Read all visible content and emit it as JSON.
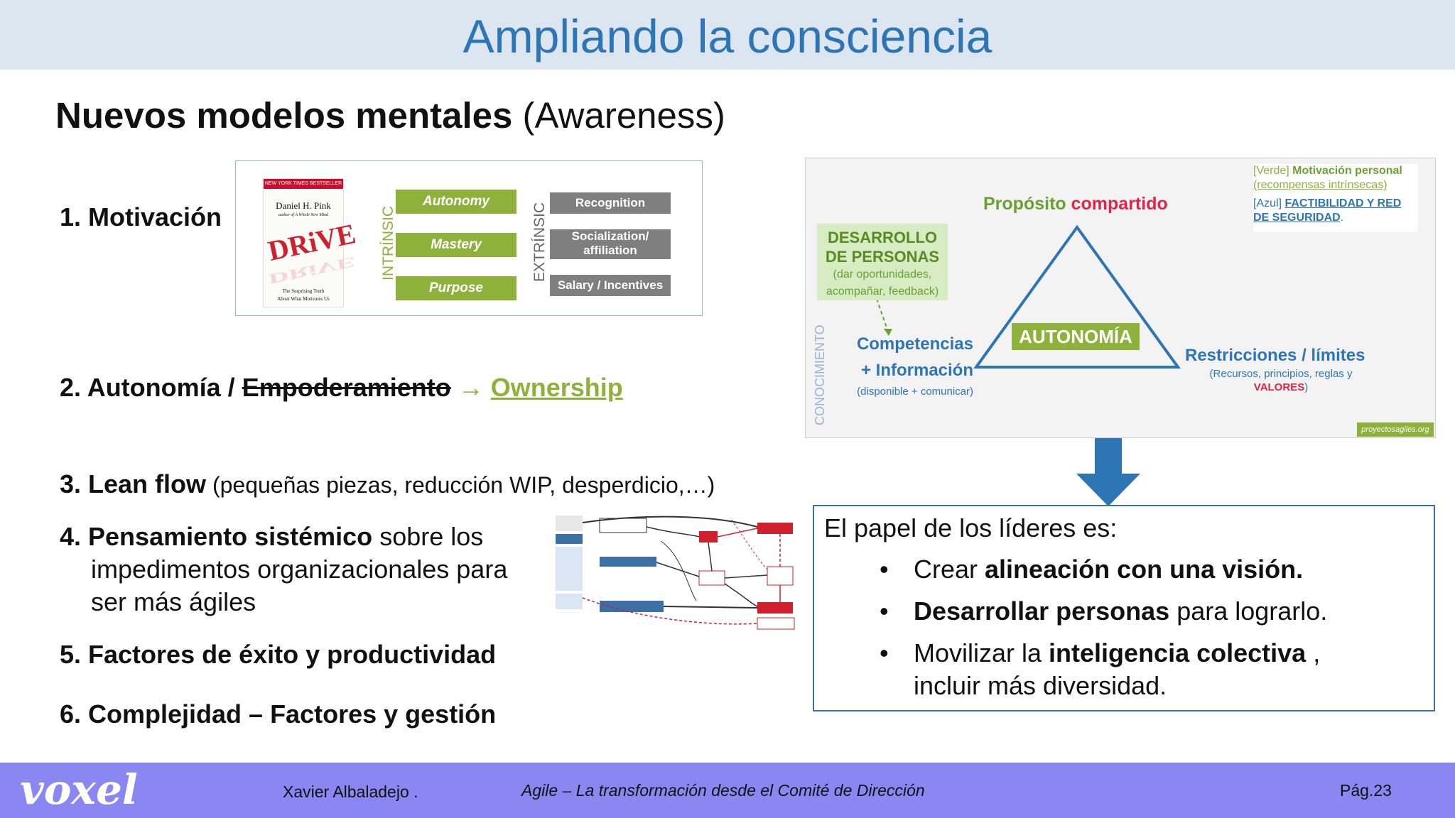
{
  "title": "Ampliando la consciencia",
  "subtitle": {
    "bold": "Nuevos modelos mentales",
    "rest": " (Awareness)"
  },
  "items": {
    "i1": "1. Motivación",
    "i2_prefix": "2. Autonomía / ",
    "i2_strike": "Empoderamiento",
    "i2_arrow": " → ",
    "i2_own": "Ownership",
    "i3_bold": "3. Lean flow",
    "i3_rest": " (pequeñas piezas, reducción WIP, desperdicio,…)",
    "i4_bold": "4. Pensamiento sistémico",
    "i4_rest": " sobre los",
    "i4_line2": "impedimentos organizacionales para",
    "i4_line3": "ser más ágiles",
    "i5": "5. Factores de éxito y productividad",
    "i6": "6. Complejidad – Factores y gestión"
  },
  "drive": {
    "banner": "NEW YORK TIMES BESTSELLER",
    "author": "Daniel H. Pink",
    "tag": "author of A Whole New Mind",
    "title": "DRiVE",
    "sub1": "The Surprising Truth",
    "sub2": "About What Motivates Us",
    "intrinsic": "INTRÍNSIC",
    "extrinsic": "EXTRÍNSIC",
    "g1": "Autonomy",
    "g2": "Mastery",
    "g3": "Purpose",
    "d1": "Recognition",
    "d2a": "Socialization/",
    "d2b": "affiliation",
    "d3": "Salary / Incentives"
  },
  "diagram": {
    "legend_green_prefix": "[Verde] ",
    "legend_green_bold": "Motivación personal",
    "legend_green_sub": "(recompensas intrínsecas)",
    "legend_blue_prefix": "[Azul] ",
    "legend_blue_bold1": "FACTIBILIDAD Y RED",
    "legend_blue_bold2": "DE SEGURIDAD",
    "purpose_a": "Propósito ",
    "purpose_b": "compartido",
    "dev1": "DESARROLLO",
    "dev2": "DE PERSONAS",
    "dev3": "(dar oportunidades,",
    "dev4": "acompañar, feedback)",
    "comp1": "Competencias",
    "comp2": "+ Información",
    "comp3": "(disponible + comunicar)",
    "auto": "AUTONOMÍA",
    "restr": "Restricciones / límites",
    "restr_sub": "(Recursos, principios, reglas y",
    "restr_val": "VALORES",
    "conoc": "CONOCIMIENTO",
    "badge": "proyectosagiles.org"
  },
  "leaders": {
    "intro": "El papel de los líderes es:",
    "b1_rest": "Crear ",
    "b1_bold": "alineación con una visión.",
    "b2_bold": "Desarrollar personas",
    "b2_rest": " para lograrlo.",
    "b3_a": "Movilizar la ",
    "b3_bold": "inteligencia colectiva",
    "b3_b": " ,",
    "b3_line2": "incluir más diversidad."
  },
  "footer": {
    "logo": "voxel",
    "author": "Xavier Albaladejo .",
    "course": "Agile – La transformación desde el Comité de Dirección",
    "page": "Pág.23"
  },
  "colors": {
    "title_blue": "#2e75b6",
    "green": "#8db13b",
    "grey": "#7f7f7f",
    "red": "#e0244a",
    "footer": "#8a87f2"
  }
}
